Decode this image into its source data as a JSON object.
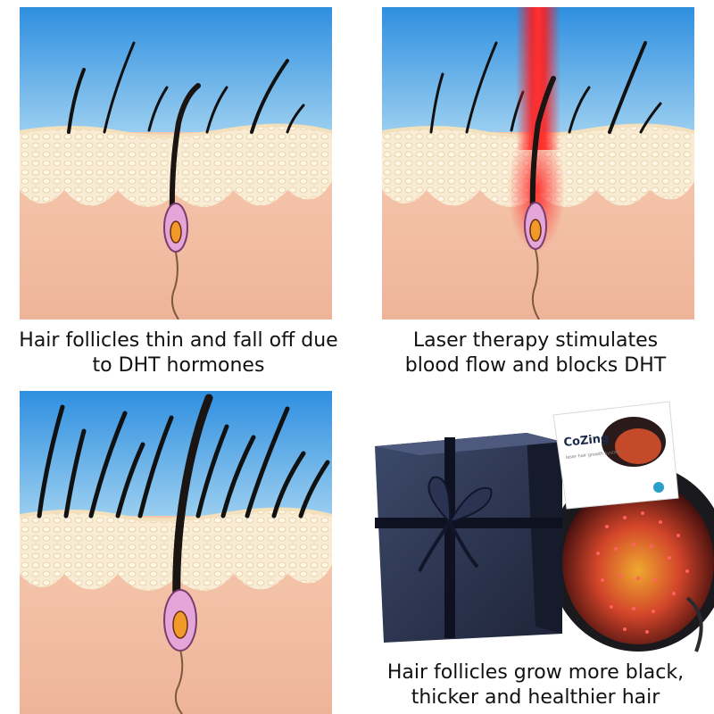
{
  "captions": {
    "panel_1": [
      "Hair follicles thin and fall off due",
      "to DHT hormones"
    ],
    "panel_2": [
      "Laser therapy stimulates",
      "blood flow and blocks DHT"
    ],
    "panel_4": [
      "Hair follicles grow more black,",
      "thicker and healthier hair"
    ]
  },
  "product_card": {
    "brand": "CoZing",
    "fine_print": "laser hair growth system"
  },
  "colors": {
    "sky_top": "#2f8fe0",
    "sky_bottom": "#a9d7f2",
    "epidermis": "#f7e6c8",
    "dermis": "#f2c0a6",
    "hair": "#1a1412",
    "laser": "#ff1a1a"
  },
  "icons": {
    "gift_box": "gift-box-icon",
    "laser_helmet": "laser-cap-icon"
  }
}
